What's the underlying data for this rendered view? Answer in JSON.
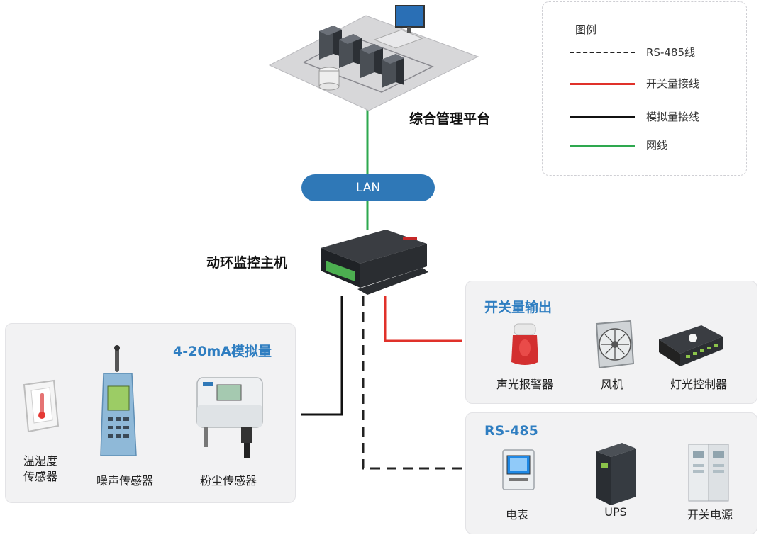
{
  "platform": {
    "title": "综合管理平台"
  },
  "network": {
    "lan_label": "LAN"
  },
  "host": {
    "title": "动环监控主机"
  },
  "legend": {
    "title": "图例",
    "items": [
      {
        "label": "RS-485线",
        "style": "dashed",
        "color": "#222222"
      },
      {
        "label": "开关量接线",
        "style": "solid",
        "color": "#e0312a"
      },
      {
        "label": "模拟量接线",
        "style": "solid",
        "color": "#111111"
      },
      {
        "label": "网线",
        "style": "solid",
        "color": "#2ea84f"
      }
    ]
  },
  "analog_group": {
    "title": "4-20mA模拟量",
    "devices": [
      {
        "label_line1": "温湿度",
        "label_line2": "传感器",
        "icon": "thermometer-icon"
      },
      {
        "label": "噪声传感器",
        "icon": "noise-meter-icon"
      },
      {
        "label": "粉尘传感器",
        "icon": "dust-sensor-icon"
      }
    ]
  },
  "switch_group": {
    "title": "开关量输出",
    "devices": [
      {
        "label": "声光报警器",
        "icon": "alarm-light-icon"
      },
      {
        "label": "风机",
        "icon": "fan-icon"
      },
      {
        "label": "灯光控制器",
        "icon": "light-controller-icon"
      }
    ]
  },
  "rs485_group": {
    "title": "RS-485",
    "devices": [
      {
        "label": "电表",
        "icon": "power-meter-icon"
      },
      {
        "label": "UPS",
        "icon": "ups-icon"
      },
      {
        "label": "开关电源",
        "icon": "power-supply-cabinet-icon"
      }
    ]
  },
  "colors": {
    "network_line": "#2ea84f",
    "switch_line": "#e0312a",
    "analog_line": "#111111",
    "rs485_line": "#222222",
    "section_title": "#2f7ec1",
    "lan_pill": "#2f78b7"
  }
}
